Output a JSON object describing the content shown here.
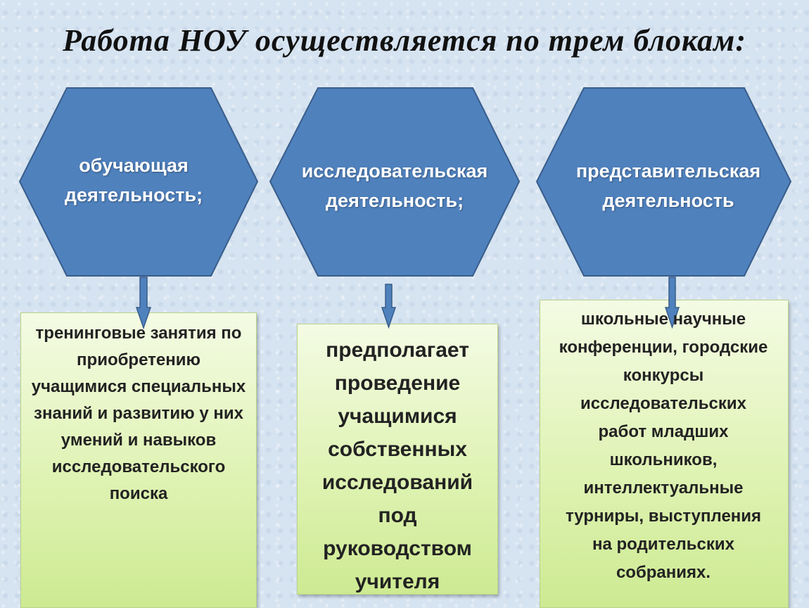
{
  "title": "Работа НОУ осуществляется по трем блокам:",
  "colors": {
    "hexagon": "#4f81bd",
    "hexagon_border": "#385d8a",
    "box": "#dff3b4"
  },
  "blocks": [
    {
      "heading_line1": "обучающая",
      "heading_line2": "деятельность;",
      "description": "тренинговые занятия по приобретению учащимися специальных знаний и развитию у них умений и навыков исследовательского поиска"
    },
    {
      "heading_line1": "исследовательская",
      "heading_line2": "деятельность;",
      "description": "предполагает проведение учащимися собственных исследований под руководством учителя"
    },
    {
      "heading_line1": "представительская",
      "heading_line2": "деятельность",
      "description": "школьные научные конференции, городские конкурсы исследовательских работ младших школьников, интеллектуальные турниры, выступления на родительских собраниях."
    }
  ]
}
